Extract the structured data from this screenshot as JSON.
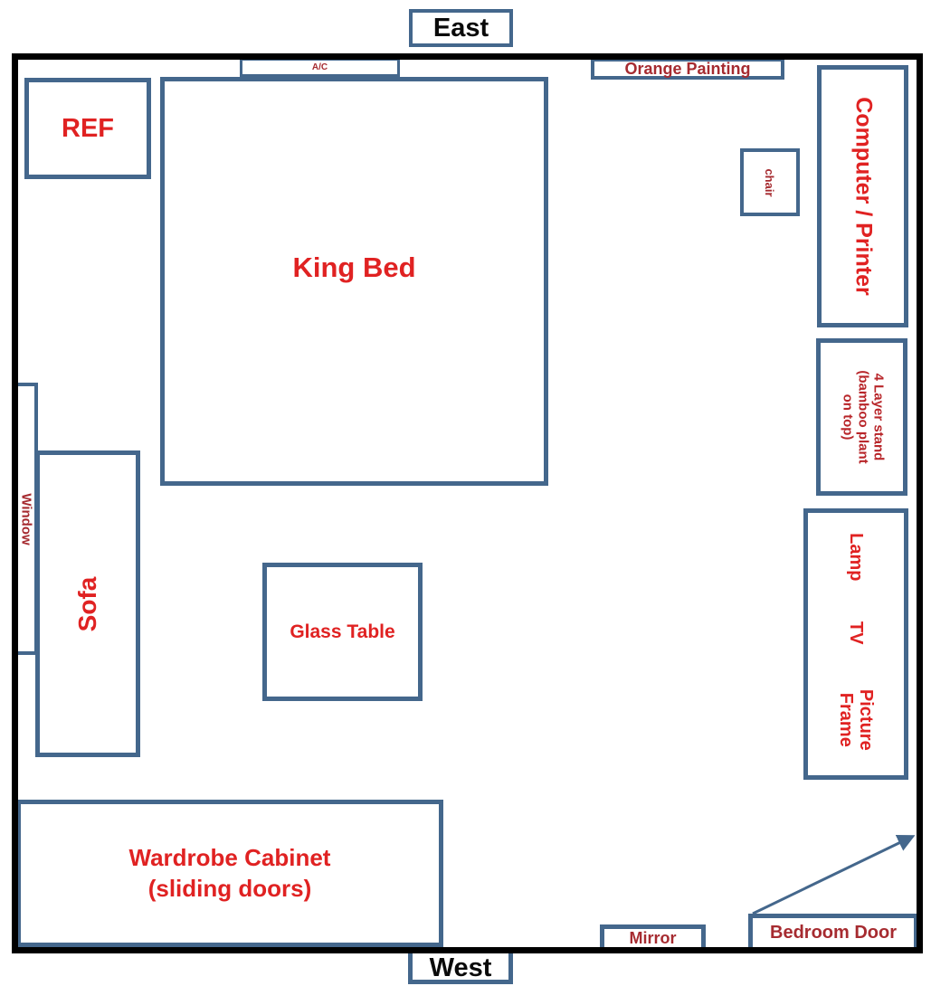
{
  "compass": {
    "east": "East",
    "west": "West"
  },
  "colors": {
    "wall": "#000000",
    "outline": "#44678C",
    "label_primary": "#E02222",
    "label_secondary": "#A62B30"
  },
  "room": {
    "furniture": {
      "ref": {
        "label": "REF"
      },
      "ac": {
        "label": "A/C"
      },
      "king_bed": {
        "label": "King Bed"
      },
      "orange_painting": {
        "label": "Orange Painting"
      },
      "chair": {
        "label": "chair"
      },
      "computer_printer": {
        "label": "Computer / Printer"
      },
      "layer_stand": {
        "lines": [
          "4 Layer stand",
          "(bamboo plant",
          "on top)"
        ]
      },
      "media_wall": {
        "lamp": "Lamp",
        "tv": "TV",
        "picture_frame": "Picture Frame"
      },
      "window": {
        "label": "Window"
      },
      "sofa": {
        "label": "Sofa"
      },
      "glass_table": {
        "label": "Glass Table"
      },
      "wardrobe": {
        "lines": [
          "Wardrobe Cabinet",
          "(sliding doors)"
        ]
      },
      "mirror": {
        "label": "Mirror"
      },
      "bedroom_door": {
        "label": "Bedroom Door"
      }
    }
  }
}
